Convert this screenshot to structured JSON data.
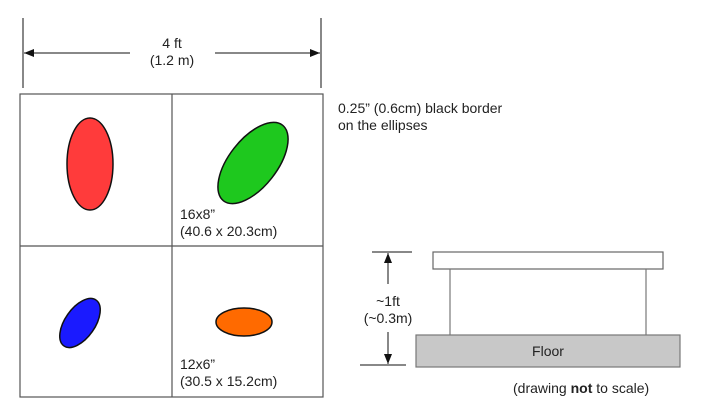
{
  "width_dimension": {
    "line1": "4 ft",
    "line2": "(1.2 m)"
  },
  "border_note": {
    "line1": "0.25” (0.6cm) black border",
    "line2": "on the ellipses"
  },
  "ellipses": [
    {
      "name": "red-ellipse",
      "color": "#ff3b3b"
    },
    {
      "name": "green-ellipse",
      "color": "#1ec81e"
    },
    {
      "name": "blue-ellipse",
      "color": "#1a1aff"
    },
    {
      "name": "orange-ellipse",
      "color": "#ff6a00"
    }
  ],
  "large_size": {
    "line1": "16x8”",
    "line2": "(40.6 x 20.3cm)"
  },
  "small_size": {
    "line1": "12x6”",
    "line2": "(30.5 x 15.2cm)"
  },
  "height_dimension": {
    "line1": "~1ft",
    "line2": "(~0.3m)"
  },
  "floor_label": "Floor",
  "scale_note": {
    "prefix": "(drawing ",
    "bold": "not",
    "suffix": " to scale)"
  },
  "colors": {
    "floor_fill": "#c8c8c8",
    "grid_line": "#555555"
  }
}
